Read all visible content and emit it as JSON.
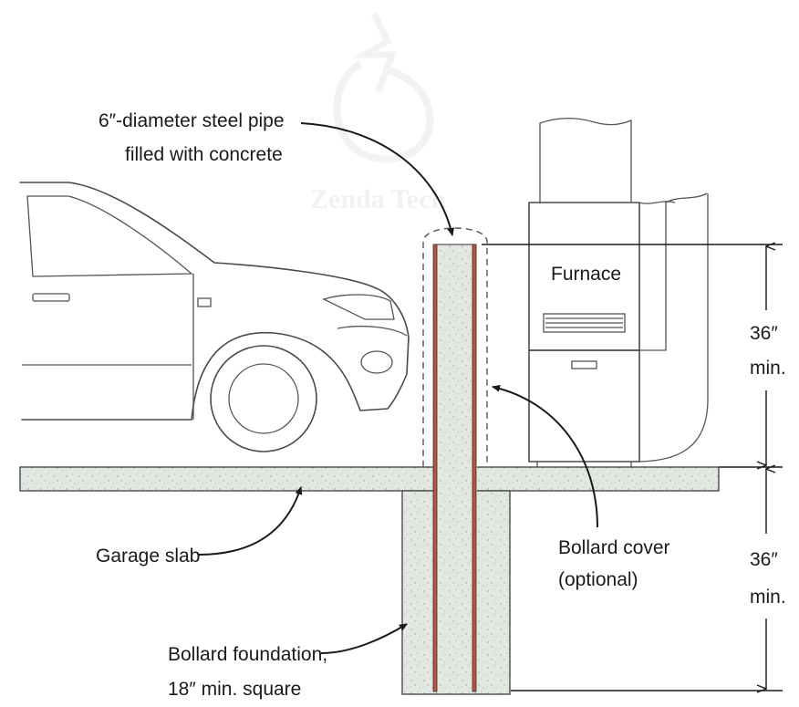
{
  "labels": {
    "pipe_line1": "6″-diameter steel pipe",
    "pipe_line2": "filled with concrete",
    "furnace": "Furnace",
    "dim_top_value": "36″",
    "dim_top_unit": "min.",
    "dim_bottom_value": "36″",
    "dim_bottom_unit": "min.",
    "cover_line1": "Bollard cover",
    "cover_line2": "(optional)",
    "slab": "Garage  slab",
    "foundation_line1": "Bollard foundation,",
    "foundation_line2": "18″ min. square"
  },
  "watermark": "Zenda Tech",
  "colors": {
    "concrete": "#dfe6df",
    "steel_pipe": "#c2503a",
    "outline": "#4a4a4a"
  }
}
